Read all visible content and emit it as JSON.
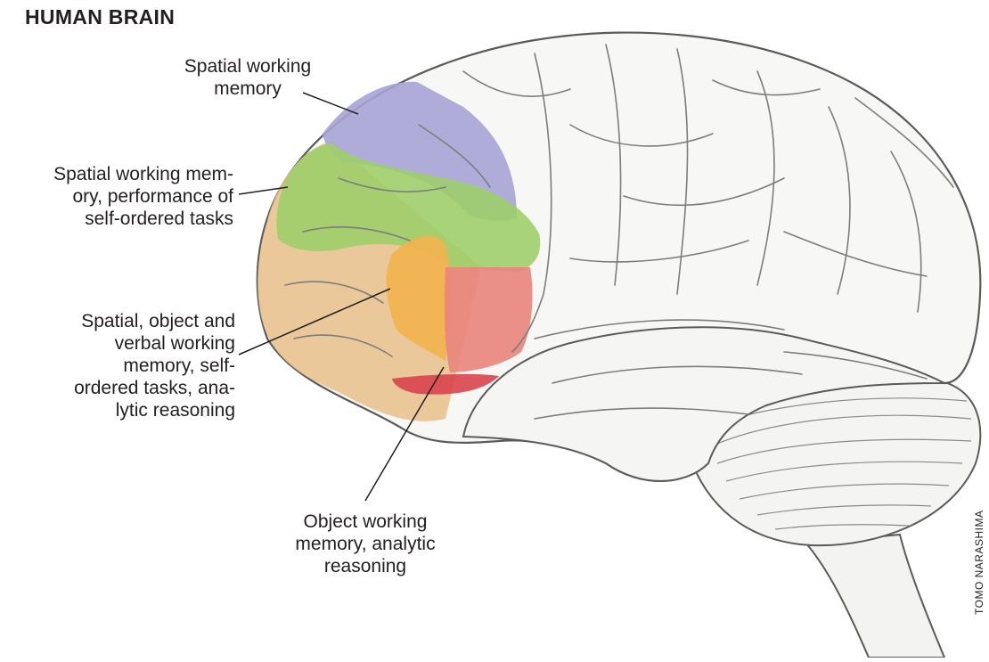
{
  "title": "HUMAN BRAIN",
  "labels": {
    "spatial_wm": [
      "Spatial working",
      "memory"
    ],
    "self_ordered": [
      "Spatial working mem-",
      "ory, performance of",
      "self-ordered tasks"
    ],
    "object_verbal": [
      "Spatial, object and",
      "verbal working",
      "memory, self-",
      "ordered tasks, ana-",
      "lytic reasoning"
    ],
    "object_wm": [
      "Object working",
      "memory, analytic",
      "reasoning"
    ]
  },
  "credit": "TOMO NARASHIMA",
  "colors": {
    "purple": "#a7a3d6",
    "green": "#9fce6a",
    "orange": "#f3b24e",
    "red": "#e9847c",
    "deep_red": "#d9434c",
    "tan": "#e7c089",
    "outline": "#5b5b5b",
    "brain_fill": "#f7f7f5"
  }
}
